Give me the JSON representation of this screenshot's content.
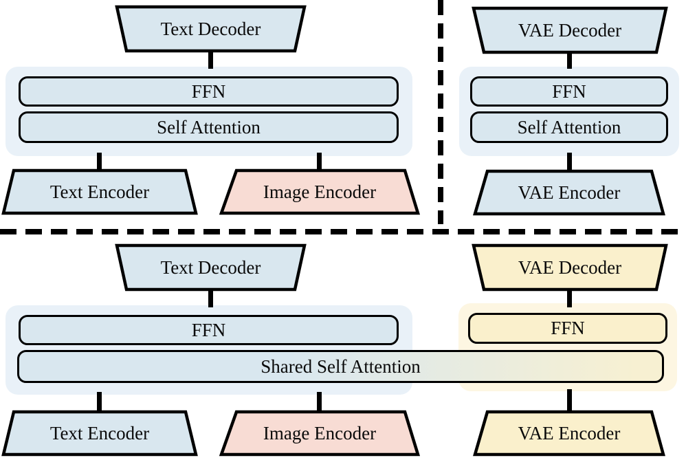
{
  "colors": {
    "blue_fill": "#d9e7ef",
    "blue_halo": "#e9f1f8",
    "pink_fill": "#f8dcd4",
    "yellow_fill": "#faf0cc",
    "yellow_halo": "#fdf6e2",
    "shared_left": "#d9e7ef",
    "shared_mid": "#e6ebe2",
    "shared_right": "#f7f0d2",
    "border": "#000000"
  },
  "panels": {
    "top_left": {
      "decoder": "Text Decoder",
      "ffn": "FFN",
      "attention": "Self Attention",
      "encoder_text": "Text Encoder",
      "encoder_image": "Image Encoder"
    },
    "top_right": {
      "decoder": "VAE Decoder",
      "ffn": "FFN",
      "attention": "Self Attention",
      "encoder": "VAE Encoder"
    },
    "bottom_left": {
      "decoder": "Text Decoder",
      "ffn": "FFN",
      "shared_attention": "Shared Self Attention",
      "encoder_text": "Text Encoder",
      "encoder_image": "Image Encoder"
    },
    "bottom_right": {
      "decoder": "VAE Decoder",
      "ffn": "FFN",
      "encoder": "VAE Encoder"
    }
  }
}
